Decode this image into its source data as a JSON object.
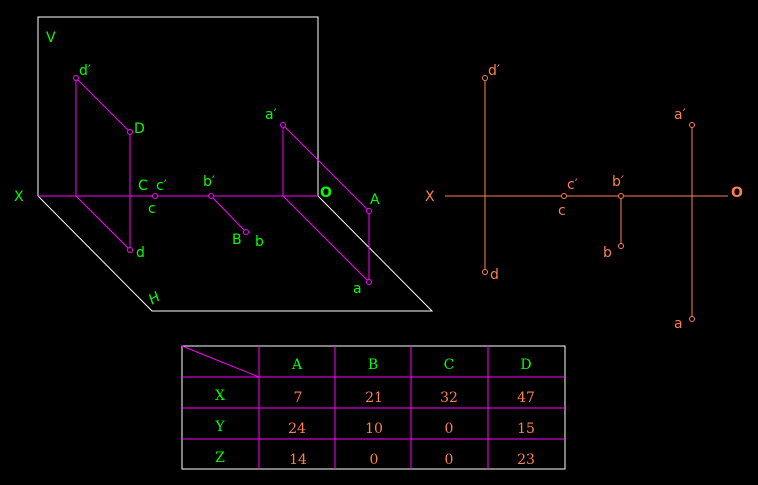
{
  "colors": {
    "background": "#000000",
    "frame": "#ffffff",
    "projector": "#ff00ff",
    "label": "#00ff00",
    "orange": "#ff7f50"
  },
  "pictorial": {
    "plane_v": "V",
    "plane_h": "H",
    "axis_x": "X",
    "origin": "O",
    "labels": {
      "d_prime": "d′",
      "D": "D",
      "d": "d",
      "C": "C",
      "c_prime": "c′",
      "c": "c",
      "b_prime": "b′",
      "B": "B",
      "b": "b",
      "a_prime": "a′",
      "A": "A",
      "a": "a"
    }
  },
  "projection": {
    "axis_x": "X",
    "origin": "O",
    "labels": {
      "d_prime": "d′",
      "d": "d",
      "c_prime": "c′",
      "c": "c",
      "b_prime": "b′",
      "b": "b",
      "a_prime": "a′",
      "a": "a"
    }
  },
  "table": {
    "headers": [
      "A",
      "B",
      "C",
      "D"
    ],
    "rows": [
      {
        "label": "X",
        "values": [
          "7",
          "21",
          "32",
          "47"
        ]
      },
      {
        "label": "Y",
        "values": [
          "24",
          "10",
          "0",
          "15"
        ]
      },
      {
        "label": "Z",
        "values": [
          "14",
          "0",
          "0",
          "23"
        ]
      }
    ]
  }
}
